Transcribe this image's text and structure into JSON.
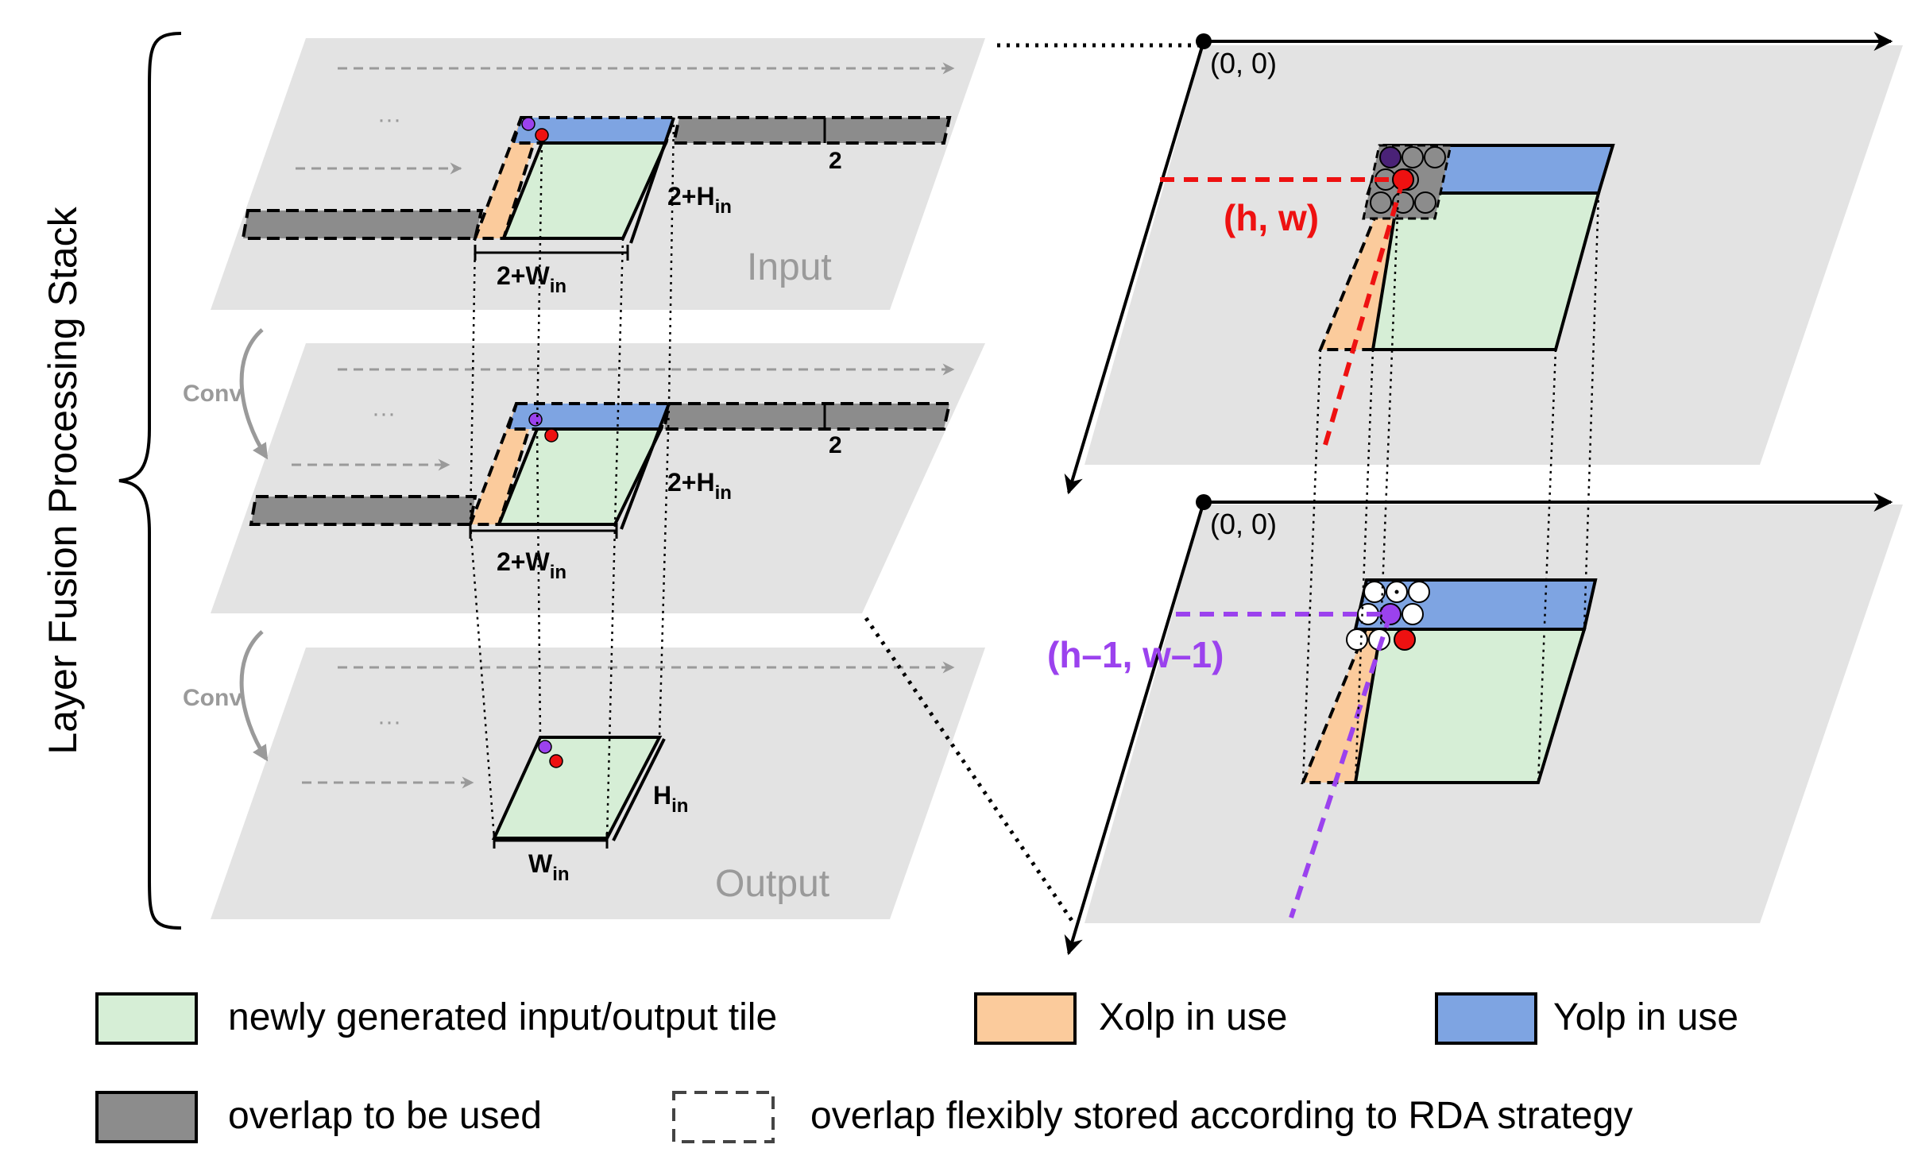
{
  "stack_title": "Layer Fusion Processing Stack",
  "planes": {
    "input": "Input",
    "output": "Output",
    "ellipsis": "···"
  },
  "conv_labels": [
    "Conv",
    "Conv"
  ],
  "dims": {
    "two": "2",
    "two_plus": "2+",
    "H": "H",
    "W": "W",
    "sub_in": "in"
  },
  "zoom": {
    "origin": "(0, 0)",
    "coord_hw": "(h, w)",
    "coord_hw_minus": "(h–1, w–1)"
  },
  "legend": {
    "new_tile": "newly generated input/output tile",
    "xolp": "Xolp in use",
    "yolp": "Yolp in use",
    "overlap_used": "overlap to be used",
    "overlap_rda": "overlap flexibly stored according to RDA strategy"
  },
  "colors": {
    "plane": "#e3e3e3",
    "tile_green": "#d6eed6",
    "xolp_orange": "#fbcb9c",
    "yolp_blue": "#7ea4e2",
    "overlap_gray": "#8c8c8c",
    "red": "#ee1111",
    "purple": "#9b42ee",
    "dark_purple": "#4a2277"
  }
}
